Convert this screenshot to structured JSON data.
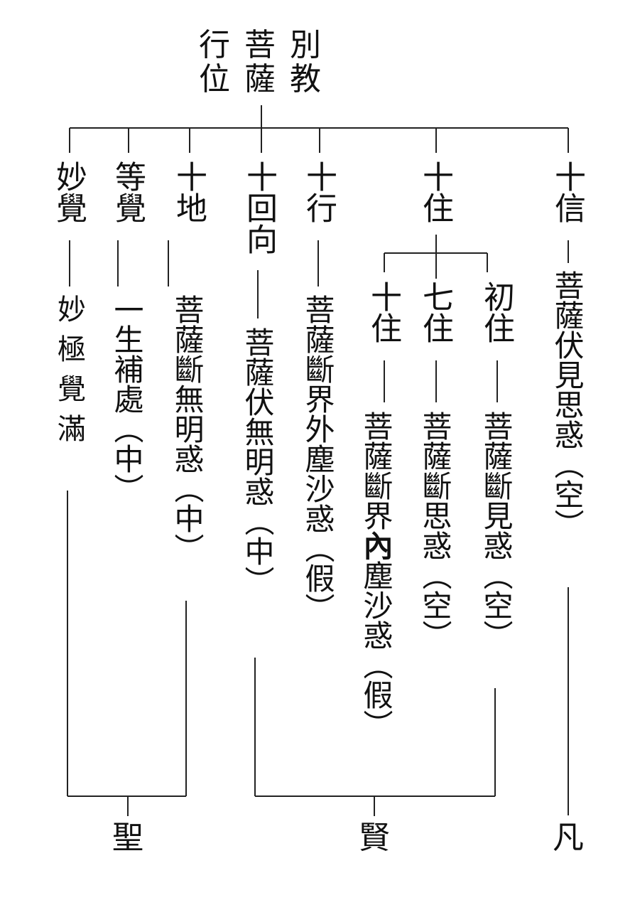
{
  "title_lines": [
    "行菩別",
    "位薩教"
  ],
  "stages": {
    "xinxin": {
      "label": "十信",
      "desc": "菩薩伏見思惑（空）"
    },
    "zhu": {
      "label": "十住"
    },
    "chuzhu": {
      "label": "初住",
      "desc": "菩薩斷見惑（空）"
    },
    "qizhu": {
      "label": "七住",
      "desc": "菩薩斷思惑（空）"
    },
    "shizhu": {
      "label": "十住",
      "desc_a": "菩薩斷界",
      "desc_bold": "內",
      "desc_b": "塵沙惑（假）"
    },
    "xing": {
      "label": "十行",
      "desc": "菩薩斷界外塵沙惑（假）"
    },
    "huixiang": {
      "label": "十回向",
      "desc": "菩薩伏無明惑（中）"
    },
    "di": {
      "label": "十地",
      "desc": "菩薩斷無明惑（中）"
    },
    "dengjue": {
      "label": "等覺",
      "desc": "一生補處（中）"
    },
    "miaojue": {
      "label": "妙覺",
      "desc": "妙極覺滿"
    }
  },
  "groups": {
    "sheng": "聖",
    "xian": "賢",
    "fan": "凡"
  }
}
